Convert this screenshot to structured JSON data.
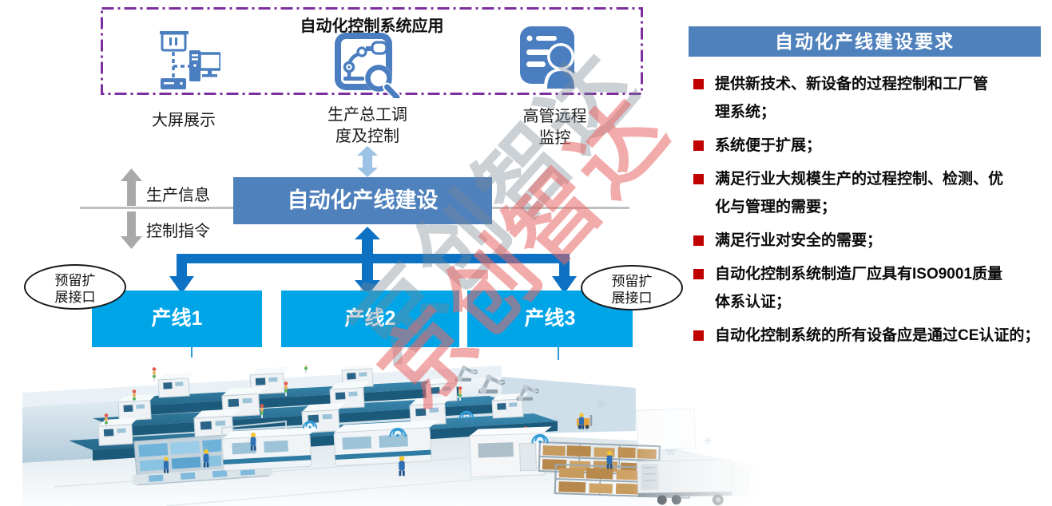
{
  "colors": {
    "office-blue": "#4f81bd",
    "cyan": "#00a5e8",
    "deep-blue": "#0d72c4",
    "light-blue-arrow": "#9cc3e5",
    "gray-arrow": "#a9a9a9",
    "purple-border": "#7d2fa0",
    "bullet-red": "#c00000",
    "watermark-red": "#e96767",
    "icon-blue": "#4a7ec0"
  },
  "top_panel": {
    "title": "自动化控制系统应用",
    "items": [
      {
        "icon": "bigscreen-display-icon",
        "lines": [
          "大屏展示",
          ""
        ]
      },
      {
        "icon": "robot-inspection-icon",
        "lines": [
          "生产总工调",
          "度及控制"
        ]
      },
      {
        "icon": "executive-monitor-icon",
        "lines": [
          "高管远程",
          "监控"
        ]
      }
    ]
  },
  "flow": {
    "up_arrow_label": "生产信息",
    "down_arrow_label": "控制指令",
    "center_box_label": "自动化产线建设",
    "production_lines": [
      "产线1",
      "产线2",
      "产线3"
    ],
    "reserved_interface": {
      "lines": [
        "预留扩",
        "展接口"
      ]
    }
  },
  "requirements": {
    "title": "自动化产线建设要求",
    "items": [
      {
        "lines": [
          "提供新技术、新设备的过程控制和工厂管",
          "理系统；"
        ]
      },
      {
        "lines": [
          "系统便于扩展；",
          ""
        ]
      },
      {
        "lines": [
          "满足行业大规模生产的过程控制、检测、优",
          "化与管理的需要；"
        ]
      },
      {
        "lines": [
          "满足行业对安全的需要；",
          ""
        ]
      },
      {
        "lines": [
          "自动化控制系统制造厂应具有ISO9001质量",
          "体系认证；"
        ]
      },
      {
        "lines": [
          "自动化控制系统的所有设备应是通过CE认证的；",
          ""
        ]
      }
    ]
  },
  "watermark": "京创智达"
}
